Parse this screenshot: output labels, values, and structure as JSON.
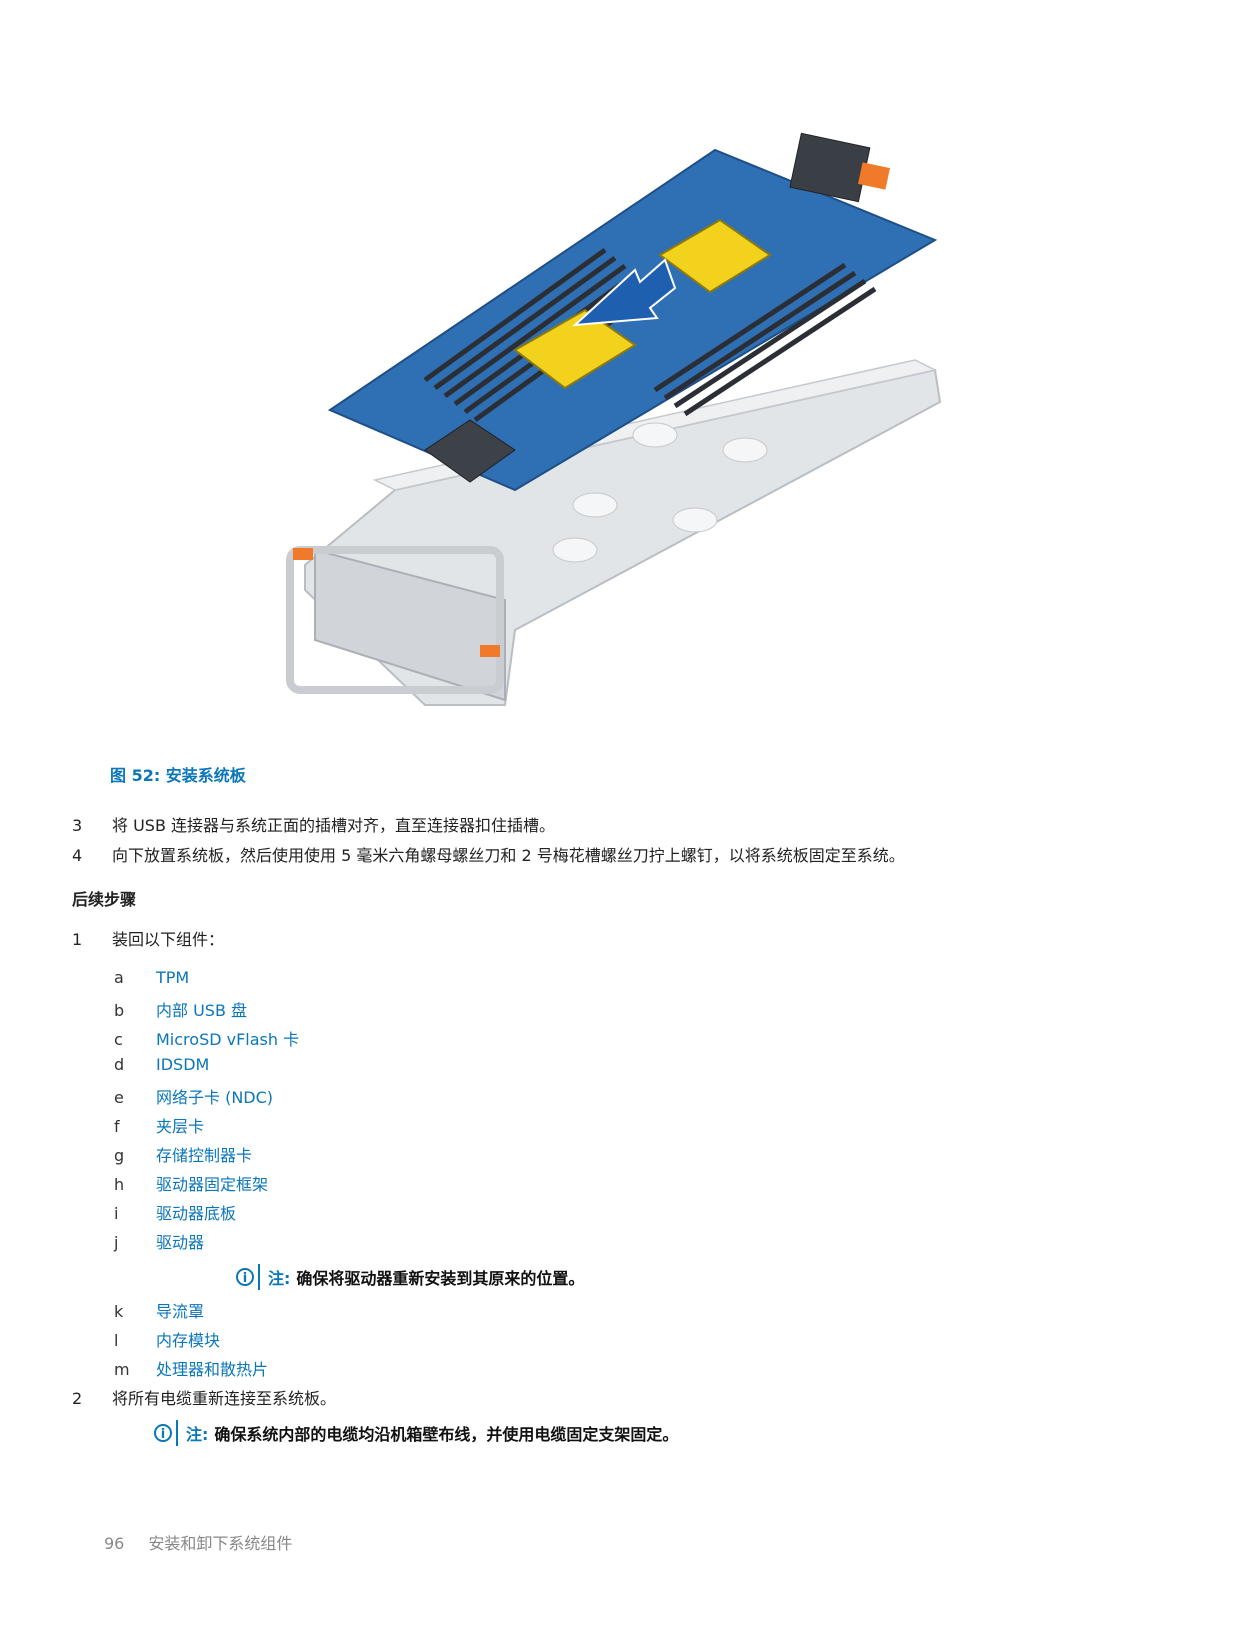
{
  "figure": {
    "caption": "图 52: 安装系统板"
  },
  "steps": [
    {
      "num": "3",
      "text": "将 USB 连接器与系统正面的插槽对齐，直至连接器扣住插槽。"
    },
    {
      "num": "4",
      "text": "向下放置系统板，然后使用使用 5 毫米六角螺母螺丝刀和 2 号梅花槽螺丝刀拧上螺钉，以将系统板固定至系统。"
    }
  ],
  "next": {
    "heading": "后续步骤",
    "step1": {
      "num": "1",
      "text": "装回以下组件："
    },
    "items": [
      {
        "letter": "a",
        "label": "TPM"
      },
      {
        "letter": "b",
        "label": "内部 USB 盘"
      },
      {
        "letter": "c",
        "label": "MicroSD vFlash 卡"
      },
      {
        "letter": "d",
        "label": "IDSDM"
      },
      {
        "letter": "e",
        "label": "网络子卡 (NDC)"
      },
      {
        "letter": "f",
        "label": "夹层卡"
      },
      {
        "letter": "g",
        "label": "存储控制器卡"
      },
      {
        "letter": "h",
        "label": "驱动器固定框架"
      },
      {
        "letter": "i",
        "label": "驱动器底板"
      },
      {
        "letter": "j",
        "label": "驱动器"
      },
      {
        "letter": "k",
        "label": "导流罩"
      },
      {
        "letter": "l",
        "label": "内存模块"
      },
      {
        "letter": "m",
        "label": "处理器和散热片"
      }
    ],
    "note1": {
      "tag": "注:",
      "text": "确保将驱动器重新安装到其原来的位置。"
    },
    "step2": {
      "num": "2",
      "text": "将所有电缆重新连接至系统板。"
    },
    "note2": {
      "tag": "注:",
      "text": "确保系统内部的电缆均沿机箱壁布线，并使用电缆固定支架固定。"
    }
  },
  "footer": {
    "page": "96",
    "section": "安装和卸下系统组件"
  },
  "colors": {
    "link": "#0b76b8",
    "board": "#2f6fb4",
    "heatsink_cover": "#f2d21c",
    "chassis": "#d8dcdf",
    "latch": "#f07a2a"
  }
}
